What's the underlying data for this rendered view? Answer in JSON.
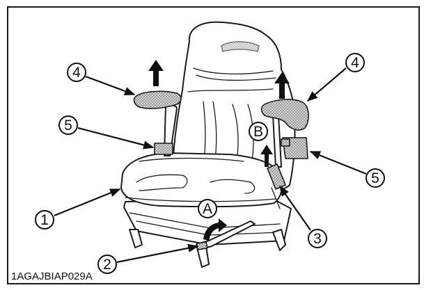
{
  "figure": {
    "caption": "1AGAJBIAP029A",
    "callouts": [
      {
        "id": "c1",
        "label": "1"
      },
      {
        "id": "c2",
        "label": "2"
      },
      {
        "id": "c3",
        "label": "3"
      },
      {
        "id": "c4a",
        "label": "4"
      },
      {
        "id": "c4b",
        "label": "4"
      },
      {
        "id": "c5a",
        "label": "5"
      },
      {
        "id": "c5b",
        "label": "5"
      }
    ],
    "direction_labels": [
      {
        "id": "A",
        "label": "A"
      },
      {
        "id": "B",
        "label": "B"
      }
    ],
    "icons": [
      "arrow-up-icon",
      "curved-arrow-icon",
      "seat-illustration"
    ]
  }
}
